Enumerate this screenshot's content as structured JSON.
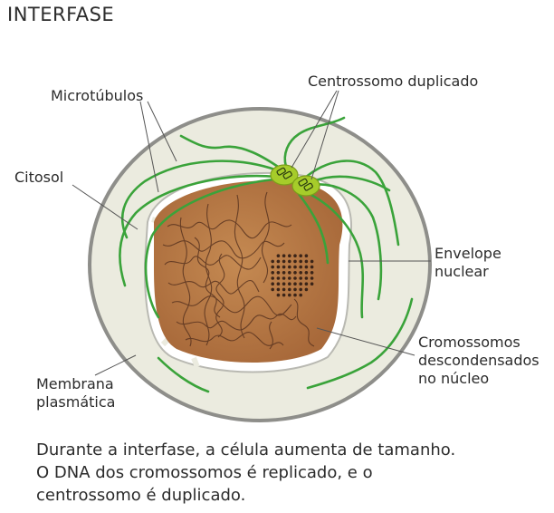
{
  "title": "INTERFASE",
  "labels": {
    "microtubulos": "Microtúbulos",
    "centrossomo": "Centrossomo duplicado",
    "citosol": "Citosol",
    "envelope_line1": "Envelope",
    "envelope_line2": "nuclear",
    "cromossomos_line1": "Cromossomos",
    "cromossomos_line2": "descondensados",
    "cromossomos_line3": "no núcleo",
    "membrana_line1": "Membrana",
    "membrana_line2": "plasmática"
  },
  "caption": {
    "line1": "Durante a interfase, a célula aumenta de tamanho.",
    "line2": "O DNA dos cromossomos é replicado, e o",
    "line3": "centrossomo é duplicado."
  },
  "colors": {
    "cytosol": "#ebebdf",
    "membrane": "#8e8e8a",
    "nucleus": "#b87a44",
    "microtubule": "#3aa33a",
    "centrosome": "#a6cc2a",
    "chromatin": "#5a3420"
  }
}
